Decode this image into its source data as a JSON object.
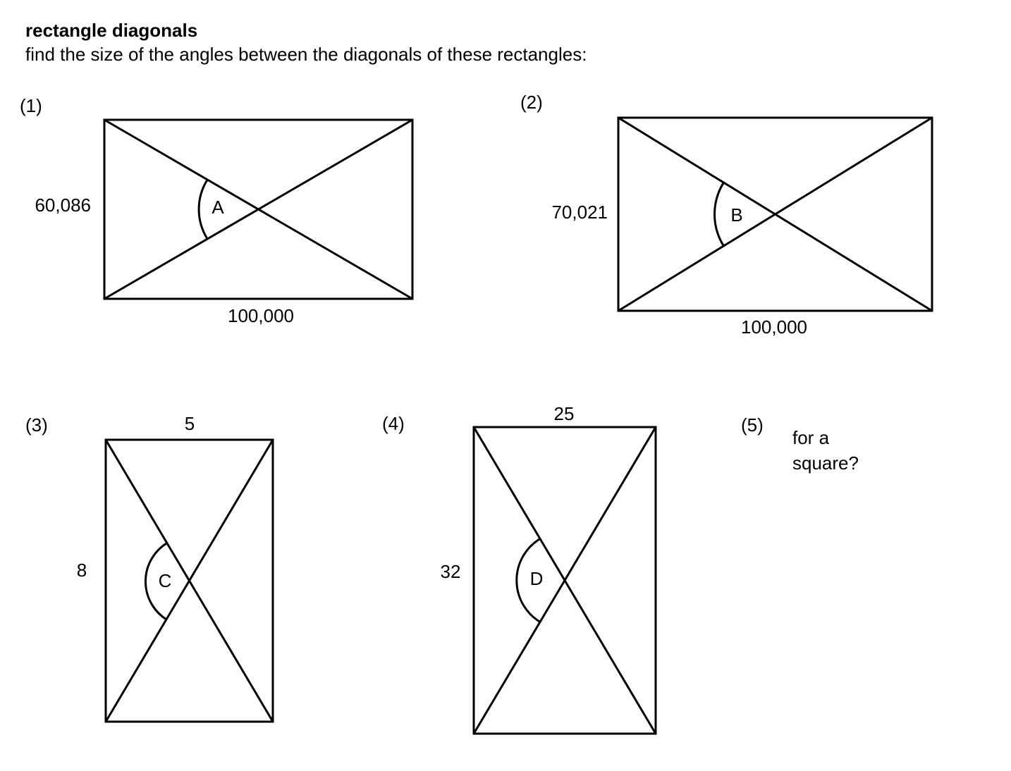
{
  "header": {
    "title": "rectangle diagonals",
    "instruction": "find the size of the angles between the diagonals of these rectangles:"
  },
  "problems": [
    {
      "number": "(1)",
      "side_label": "60,086",
      "base_label": "100,000",
      "angle_label": "A"
    },
    {
      "number": "(2)",
      "side_label": "70,021",
      "base_label": "100,000",
      "angle_label": "B"
    },
    {
      "number": "(3)",
      "side_label": "8",
      "top_label": "5",
      "angle_label": "C"
    },
    {
      "number": "(4)",
      "side_label": "32",
      "top_label": "25",
      "angle_label": "D"
    },
    {
      "number": "(5)",
      "question_line1": "for a",
      "question_line2": "square?"
    }
  ]
}
